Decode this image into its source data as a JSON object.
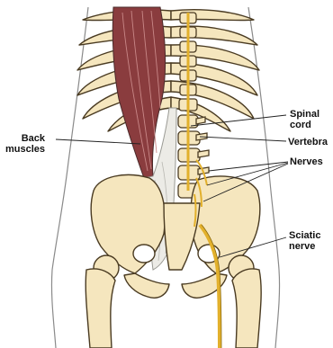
{
  "labels": {
    "spinal_cord": "Spinal\ncord",
    "vertebra": "Vertebra",
    "nerves": "Nerves",
    "sciatic_nerve": "Sciatic\nnerve",
    "back_muscles": "Back\nmuscles"
  },
  "colors": {
    "bone_fill": "#f5e6be",
    "bone_stroke": "#4a3b22",
    "muscle": "#8a3c3e",
    "tendon": "#ecebe6",
    "nerve": "#e2b02c",
    "outline": "#8a8a8a",
    "leader": "#222222"
  }
}
